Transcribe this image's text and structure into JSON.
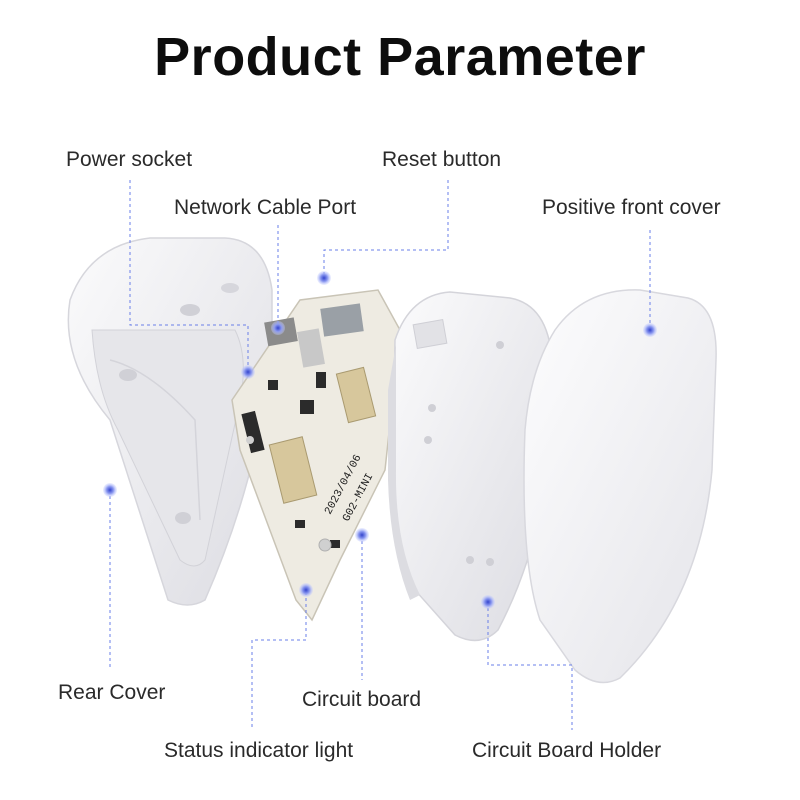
{
  "title": "Product Parameter",
  "labels": {
    "power_socket": "Power socket",
    "network_cable_port": "Network Cable Port",
    "reset_button": "Reset button",
    "positive_front_cover": "Positive front cover",
    "rear_cover": "Rear Cover",
    "circuit_board": "Circuit board",
    "status_indicator_light": "Status indicator light",
    "circuit_board_holder": "Circuit Board Holder"
  },
  "board_print": {
    "date": "2023/04/06",
    "model": "G02-MINI"
  },
  "colors": {
    "leader_line": "#5a6fd6",
    "marker": "#6a7fe8",
    "shell": "#f1f1f3",
    "shell_shadow": "#d7d7dc",
    "pcb": "#ece9e0",
    "module": "#d9c9a0"
  }
}
